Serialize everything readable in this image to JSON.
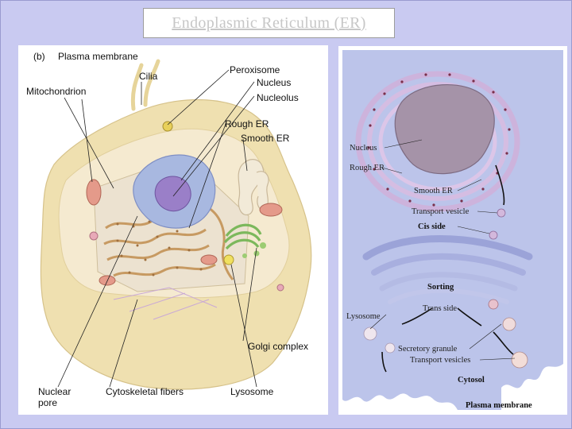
{
  "title": "Endoplasmic Reticulum (ER)",
  "left_figure": {
    "panel_tag": "(b)",
    "labels": {
      "plasma_membrane": "Plasma membrane",
      "cilia": "Cilia",
      "mitochondrion": "Mitochondrion",
      "peroxisome": "Peroxisome",
      "nucleus": "Nucleus",
      "nucleolus": "Nucleolus",
      "rough_er": "Rough ER",
      "smooth_er": "Smooth ER",
      "golgi_complex": "Golgi complex",
      "nuclear_pore_1": "Nuclear",
      "nuclear_pore_2": "pore",
      "cytoskeletal_fibers": "Cytoskeletal fibers",
      "lysosome": "Lysosome"
    }
  },
  "right_figure": {
    "labels": {
      "nucleus": "Nucleus",
      "rough_er": "Rough ER",
      "smooth_er": "Smooth ER",
      "transport_vesicle": "Transport vesicle",
      "cis_side": "Cis side",
      "sorting": "Sorting",
      "trans_side": "Trans side",
      "lysosome": "Lysosome",
      "secretory_granule": "Secretory granule",
      "transport_vesicles": "Transport vesicles",
      "cytosol": "Cytosol",
      "plasma_membrane": "Plasma membrane"
    }
  }
}
